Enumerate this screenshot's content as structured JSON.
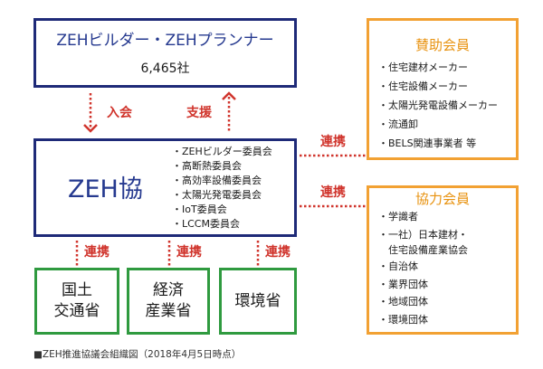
{
  "colors": {
    "navy": "#1e2a78",
    "navy_text": "#25398f",
    "orange": "#f2a133",
    "orange_text": "#e8920f",
    "red": "#d0342c",
    "green": "#2f9a3f",
    "text": "#1a1a1a"
  },
  "builders": {
    "title": "ZEHビルダー・ZEHプランナー",
    "count": "6,465社"
  },
  "arrows": {
    "join_label": "入会",
    "support_label": "支援"
  },
  "council": {
    "title": "ZEH協",
    "committees": [
      "・ZEHビルダー委員会",
      "・高断熱委員会",
      "・高効率設備委員会",
      "・太陽光発電委員会",
      "・IoT委員会",
      "・LCCM委員会"
    ]
  },
  "supporting_members": {
    "title": "賛助会員",
    "link_label": "連携",
    "items": [
      "・住宅建材メーカー",
      "・住宅設備メーカー",
      "・太陽光発電設備メーカー",
      "・流通卸",
      "・BELS関連事業者 等"
    ]
  },
  "cooperating_members": {
    "title": "協力会員",
    "link_label": "連携",
    "items": [
      "・学識者",
      "・一社）日本建材・",
      "住宅設備産業協会",
      "・自治体",
      "・業界団体",
      "・地域団体",
      "・環境団体"
    ]
  },
  "ministries": [
    {
      "lines": [
        "国土",
        "交通省"
      ],
      "link_label": "連携"
    },
    {
      "lines": [
        "経済",
        "産業省"
      ],
      "link_label": "連携"
    },
    {
      "lines": [
        "環境省"
      ],
      "link_label": "連携"
    }
  ],
  "caption": "■ZEH推進協議会組織図（2018年4月5日時点）"
}
